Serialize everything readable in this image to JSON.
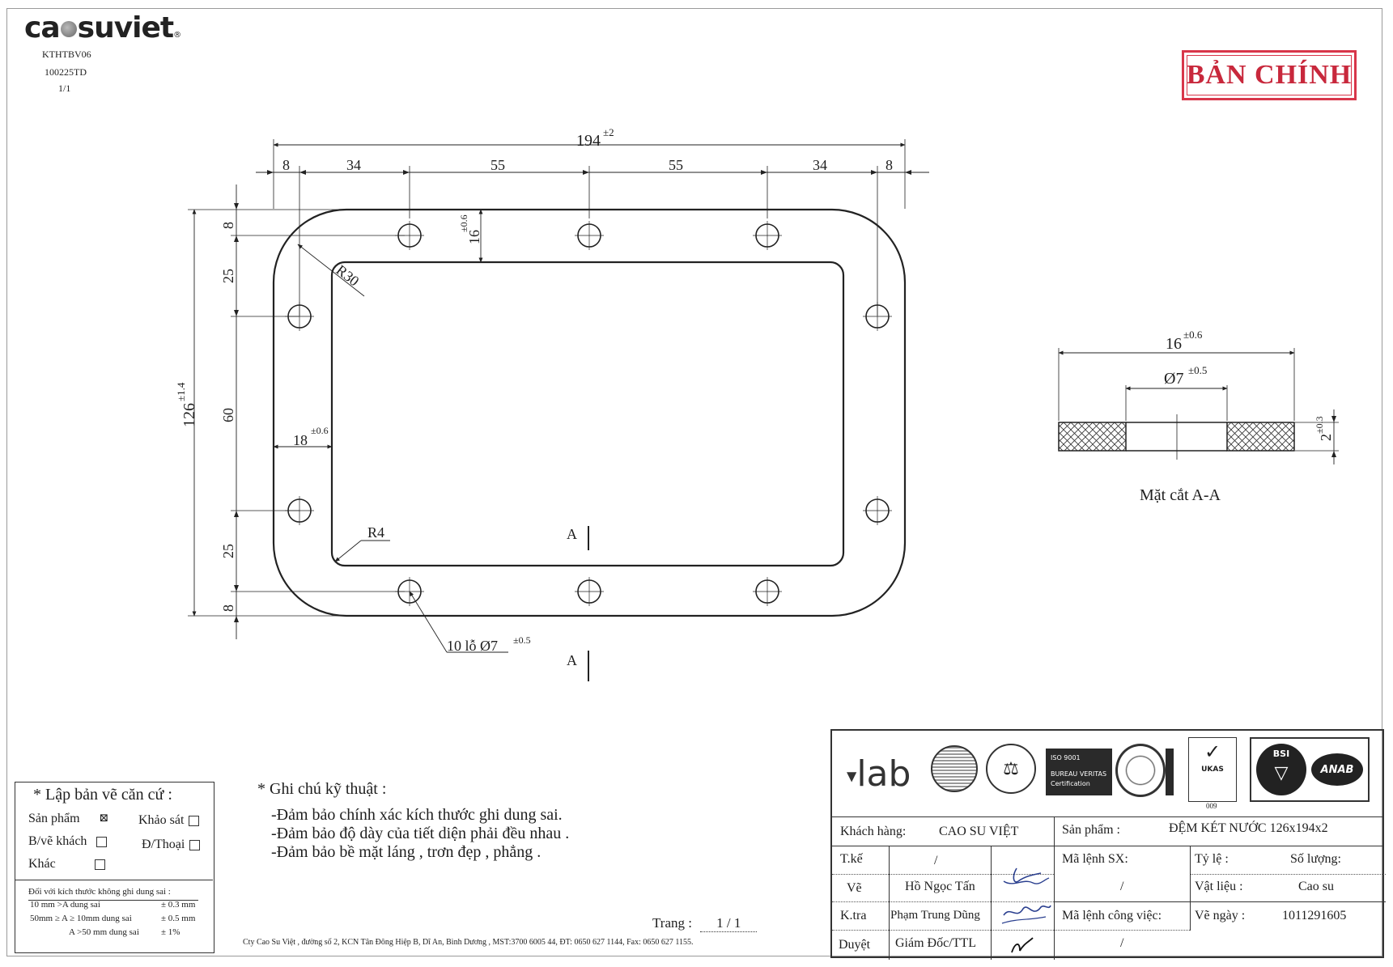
{
  "header": {
    "logo_left": "ca",
    "logo_right": "suviet",
    "logo_reg": "®",
    "doc_code": "KTHTBV06",
    "doc_date": "100225TD",
    "doc_page": "1/1",
    "stamp": "BẢN CHÍNH"
  },
  "drawing": {
    "overall_width": "194",
    "overall_width_tol": "±2",
    "top_segments": [
      "8",
      "34",
      "55",
      "55",
      "34",
      "8"
    ],
    "left_segments": [
      "8",
      "25",
      "60",
      "25",
      "8"
    ],
    "overall_height": "126",
    "overall_height_tol": "±1.4",
    "flange_top": "16",
    "flange_top_tol": "±0.6",
    "flange_side": "18",
    "flange_side_tol": "±0.6",
    "outer_radius": "R30",
    "inner_radius": "R4",
    "holes_label": "10 lỗ Ø7",
    "holes_tol": "±0.5",
    "section_marker": "A"
  },
  "section": {
    "width": "16",
    "width_tol": "±0.6",
    "hole": "Ø7",
    "hole_tol": "±0.5",
    "thickness": "2",
    "thickness_tol": "±0.3",
    "caption": "Mặt cắt A-A"
  },
  "basis": {
    "title": "* Lập bản vẽ căn cứ :",
    "san_pham": "Sản phẩm",
    "khao_sat": "Khảo sát",
    "bve_khach": "B/vẽ khách",
    "dthoai": "Đ/Thoại",
    "khac": "Khác",
    "checked_mark": "⊠",
    "tol_title": "Đối với kích thước không ghi dung sai :",
    "tol1_a": "10 mm >A  dung sai",
    "tol1_b": "± 0.3 mm",
    "tol2_a": "50mm ≥ A ≥ 10mm dung sai",
    "tol2_b": "± 0.5 mm",
    "tol3_a": "A >50 mm dung sai",
    "tol3_b": "± 1%"
  },
  "notes": {
    "title": "* Ghi chú kỹ thuật :",
    "line1": "-Đảm bảo chính xác kích thước ghi dung sai.",
    "line2": "-Đảm bảo độ dày của tiết diện phải đều nhau .",
    "line3": "-Đảm bảo bề mặt láng , trơn đẹp , phẳng ."
  },
  "footer": {
    "page_label": "Trang :",
    "page_value": "1 / 1",
    "company": "Cty Cao Su Việt , đường số 2, KCN Tân Đông Hiệp B, Dĩ An, Bình Dương , MST:3700 6005 44, ĐT: 0650 627 1144, Fax: 0650 627 1155."
  },
  "title_block": {
    "lab_logo": "lab",
    "iso_text": "ISO 9001",
    "bv_text": "BUREAU VERITAS",
    "bv_sub": "Certification",
    "bsi": "BSI",
    "anab": "ANAB",
    "ukas": "UKAS",
    "ukas_no": "009",
    "khach_hang_label": "Khách hàng:",
    "khach_hang_value": "CAO SU VIỆT",
    "san_pham_label": "Sản phẩm   :",
    "san_pham_value": "ĐỆM KÉT NƯỚC 126x194x2",
    "tke_label": "T.kế",
    "tke_value": "/",
    "ve_label": "Vẽ",
    "ve_value": "Hồ Ngọc Tấn",
    "ktra_label": "K.tra",
    "ktra_value": "Phạm Trung Dũng",
    "duyet_label": "Duyệt",
    "duyet_value": "Giám Đốc/TTL",
    "ma_lenh_sx_label": "Mã lệnh SX:",
    "ma_lenh_sx_value": "/",
    "ma_lenh_cv_label": "Mã lệnh công việc:",
    "ma_lenh_cv_value": "/",
    "ty_le_label": "Tỷ lệ     :",
    "so_luong_label": "Số lượng:",
    "vat_lieu_label": "Vật liệu  :",
    "vat_lieu_value": "Cao su",
    "ve_ngay_label": "Vẽ  ngày  :",
    "ve_ngay_value": "1011291605"
  }
}
